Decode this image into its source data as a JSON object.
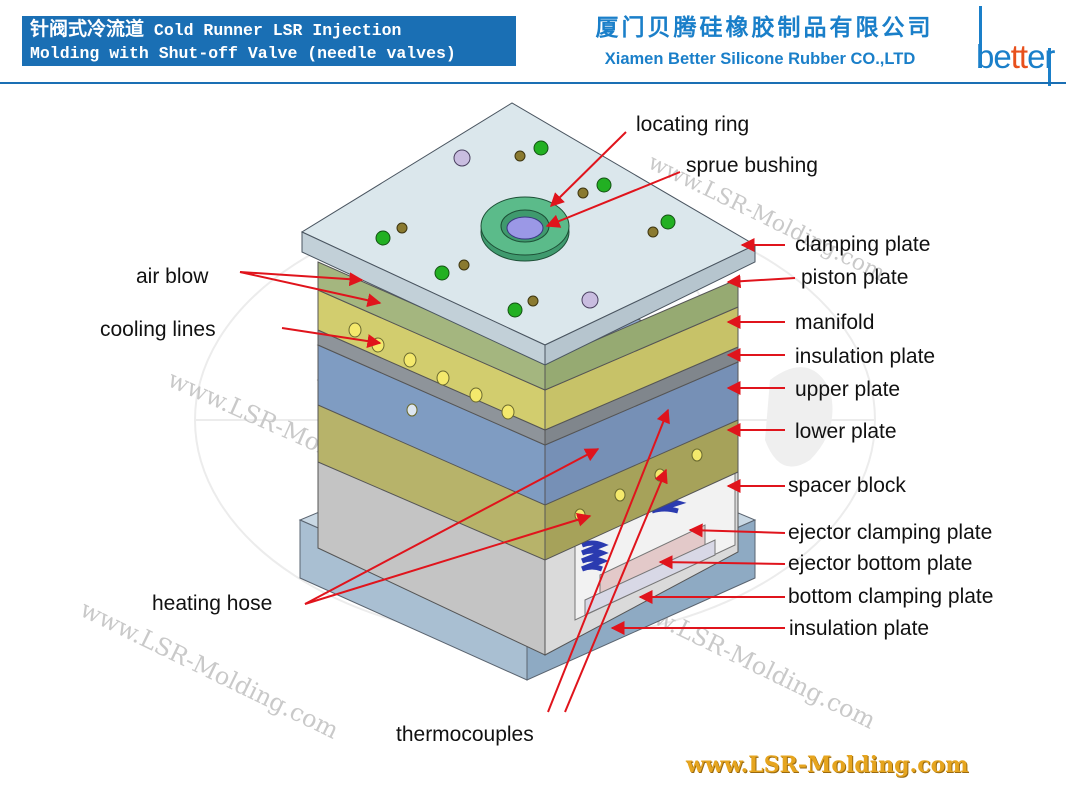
{
  "title": {
    "line1_zh": "针阀式冷流道",
    "line1_en": "Cold Runner LSR Injection",
    "line2": "Molding with Shut-off Valve (needle valves)"
  },
  "company": {
    "name_zh": "厦门贝腾硅橡胶制品有限公司",
    "name_en": "Xiamen Better Silicone Rubber CO.,LTD"
  },
  "logo": {
    "text_part1": "be",
    "text_accent": "tt",
    "text_part2": "er"
  },
  "labels": {
    "locating_ring": "locating ring",
    "sprue_bushing": "sprue bushing",
    "clamping_plate": "clamping plate",
    "piston_plate": "piston plate",
    "manifold": "manifold",
    "insulation_plate_top": "insulation plate",
    "upper_plate": "upper plate",
    "lower_plate": "lower plate",
    "spacer_block": "spacer block",
    "ejector_clamping_plate": "ejector clamping plate",
    "ejector_bottom_plate": "ejector bottom plate",
    "bottom_clamping_plate": "bottom clamping plate",
    "insulation_plate_bottom": "insulation plate",
    "air_blow": "air blow",
    "cooling_lines": "cooling lines",
    "heating_hose": "heating hose",
    "thermocouples": "thermocouples"
  },
  "watermark": "www.LSR-Molding.com",
  "footer": {
    "website": "www.LSR-Molding.com"
  },
  "colors": {
    "title_bg": "#1a6fb4",
    "brand_blue": "#1a7fc9",
    "logo_accent": "#e8501c",
    "arrow": "#e0141c",
    "footer_gold": "#e6a51f",
    "plate_top": "#d6e4ea",
    "piston_plate": "#9cb07a",
    "manifold": "#c7c268",
    "insulation": "#9aa0a6",
    "upper_plate": "#7f9cc2",
    "lower_plate": "#a7a35c",
    "spacer": "#b4b4b4",
    "bottom_plate": "#9fb8cf"
  }
}
